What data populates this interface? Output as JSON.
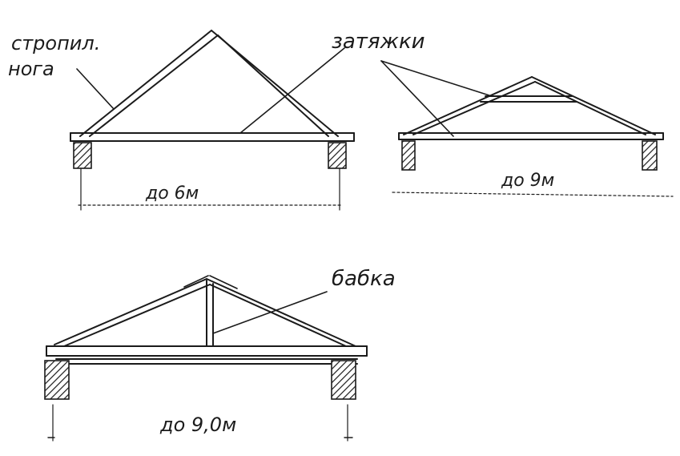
{
  "labels": {
    "rafter_leg_line1": "стропил.",
    "rafter_leg_line2": "нога",
    "ties": "затяжки",
    "king_post": "бабка"
  },
  "spans": {
    "truss_a": "до 6м",
    "truss_b": "до 9м",
    "truss_c": "до 9,0м"
  },
  "colors": {
    "ink": "#1b1b1b",
    "paper": "#ffffff"
  }
}
